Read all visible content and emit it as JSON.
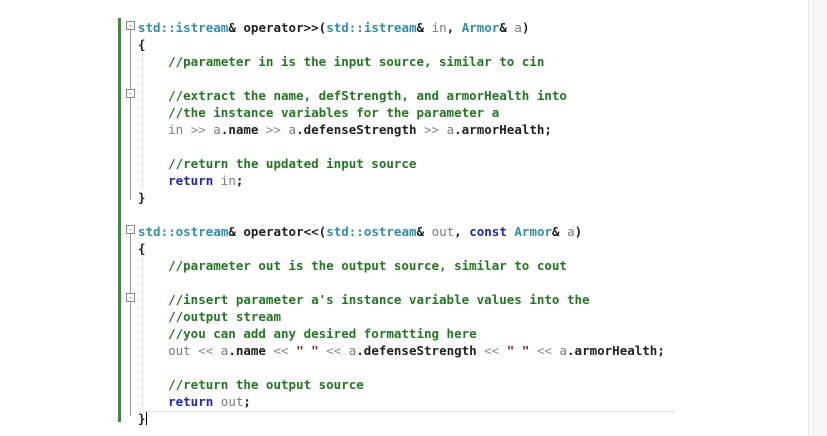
{
  "editor": {
    "lines": [
      [
        {
          "t": "std::",
          "c": "ty"
        },
        {
          "t": "istream",
          "c": "ty"
        },
        {
          "t": "& ",
          "c": ""
        },
        {
          "t": "operator>>",
          "c": ""
        },
        {
          "t": "(",
          "c": ""
        },
        {
          "t": "std::",
          "c": "ty"
        },
        {
          "t": "istream",
          "c": "ty"
        },
        {
          "t": "& ",
          "c": ""
        },
        {
          "t": "in",
          "c": "pm"
        },
        {
          "t": ", ",
          "c": ""
        },
        {
          "t": "Armor",
          "c": "ty"
        },
        {
          "t": "& ",
          "c": ""
        },
        {
          "t": "a",
          "c": "pm"
        },
        {
          "t": ")",
          "c": ""
        }
      ],
      [
        {
          "t": "{",
          "c": ""
        }
      ],
      [
        {
          "t": "    //parameter in is the input source, similar to cin",
          "c": "cm"
        }
      ],
      [
        {
          "t": "",
          "c": ""
        }
      ],
      [
        {
          "t": "    //extract the name, defStrength, and armorHealth into",
          "c": "cm"
        }
      ],
      [
        {
          "t": "    //the instance variables for the parameter a",
          "c": "cm"
        }
      ],
      [
        {
          "t": "    ",
          "c": ""
        },
        {
          "t": "in",
          "c": "pm"
        },
        {
          "t": " >> ",
          "c": "op"
        },
        {
          "t": "a",
          "c": "pm"
        },
        {
          "t": ".name ",
          "c": ""
        },
        {
          "t": ">> ",
          "c": "op"
        },
        {
          "t": "a",
          "c": "pm"
        },
        {
          "t": ".defenseStrength ",
          "c": ""
        },
        {
          "t": ">> ",
          "c": "op"
        },
        {
          "t": "a",
          "c": "pm"
        },
        {
          "t": ".armorHealth;",
          "c": ""
        }
      ],
      [
        {
          "t": "",
          "c": ""
        }
      ],
      [
        {
          "t": "    //return the updated input source",
          "c": "cm"
        }
      ],
      [
        {
          "t": "    ",
          "c": ""
        },
        {
          "t": "return",
          "c": "kw"
        },
        {
          "t": " ",
          "c": ""
        },
        {
          "t": "in",
          "c": "pm"
        },
        {
          "t": ";",
          "c": ""
        }
      ],
      [
        {
          "t": "}",
          "c": ""
        }
      ],
      [
        {
          "t": "",
          "c": ""
        }
      ],
      [
        {
          "t": "std::",
          "c": "ty"
        },
        {
          "t": "ostream",
          "c": "ty"
        },
        {
          "t": "& ",
          "c": ""
        },
        {
          "t": "operator<<",
          "c": ""
        },
        {
          "t": "(",
          "c": ""
        },
        {
          "t": "std::",
          "c": "ty"
        },
        {
          "t": "ostream",
          "c": "ty"
        },
        {
          "t": "& ",
          "c": ""
        },
        {
          "t": "out",
          "c": "pm"
        },
        {
          "t": ", ",
          "c": ""
        },
        {
          "t": "const",
          "c": "kw"
        },
        {
          "t": " ",
          "c": ""
        },
        {
          "t": "Armor",
          "c": "ty"
        },
        {
          "t": "& ",
          "c": ""
        },
        {
          "t": "a",
          "c": "pm"
        },
        {
          "t": ")",
          "c": ""
        }
      ],
      [
        {
          "t": "{",
          "c": ""
        }
      ],
      [
        {
          "t": "    //parameter out is the output source, similar to cout",
          "c": "cm"
        }
      ],
      [
        {
          "t": "",
          "c": ""
        }
      ],
      [
        {
          "t": "    //insert parameter a's instance variable values into the",
          "c": "cm"
        }
      ],
      [
        {
          "t": "    //output stream",
          "c": "cm"
        }
      ],
      [
        {
          "t": "    //you can add any desired formatting here",
          "c": "cm"
        }
      ],
      [
        {
          "t": "    ",
          "c": ""
        },
        {
          "t": "out",
          "c": "pm"
        },
        {
          "t": " << ",
          "c": "op"
        },
        {
          "t": "a",
          "c": "pm"
        },
        {
          "t": ".name ",
          "c": ""
        },
        {
          "t": "<< ",
          "c": "op"
        },
        {
          "t": "\" \"",
          "c": "st"
        },
        {
          "t": " << ",
          "c": "op"
        },
        {
          "t": "a",
          "c": "pm"
        },
        {
          "t": ".defenseStrength ",
          "c": ""
        },
        {
          "t": "<< ",
          "c": "op"
        },
        {
          "t": "\" \"",
          "c": "st"
        },
        {
          "t": " << ",
          "c": "op"
        },
        {
          "t": "a",
          "c": "pm"
        },
        {
          "t": ".armorHealth;",
          "c": ""
        }
      ],
      [
        {
          "t": "",
          "c": ""
        }
      ],
      [
        {
          "t": "    //return the output source",
          "c": "cm"
        }
      ],
      [
        {
          "t": "    ",
          "c": ""
        },
        {
          "t": "return",
          "c": "kw"
        },
        {
          "t": " ",
          "c": ""
        },
        {
          "t": "out",
          "c": "pm"
        },
        {
          "t": ";",
          "c": ""
        }
      ],
      [
        {
          "t": "}",
          "c": "",
          "caret": true
        }
      ]
    ],
    "fold_markers": [
      "-",
      "-",
      "-",
      "-"
    ]
  }
}
